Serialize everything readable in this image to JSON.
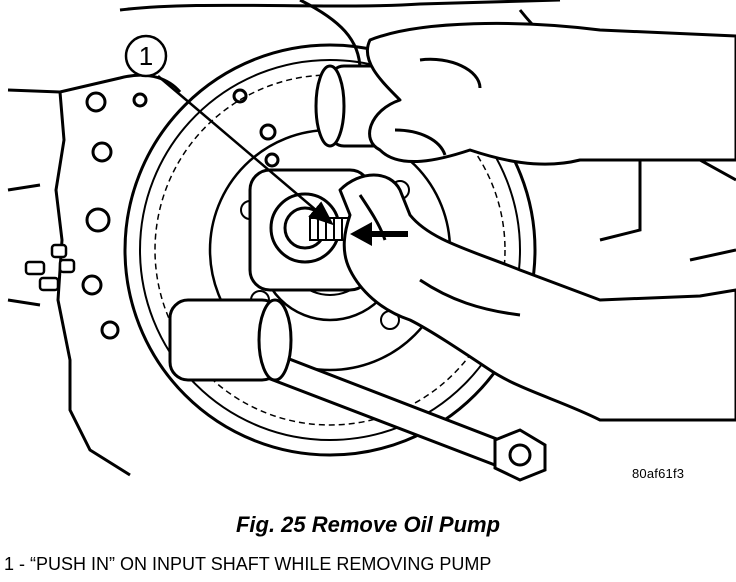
{
  "callouts": [
    {
      "number": "1"
    }
  ],
  "image_code": "80af61f3",
  "figure": {
    "title": "Fig. 25 Remove Oil Pump"
  },
  "legend": [
    {
      "number": "1",
      "separator": "-",
      "text": "“PUSH IN” ON INPUT SHAFT WHILE REMOVING PUMP"
    }
  ],
  "icons": {
    "illustration": "line-art-transmission-oil-pump-removal"
  },
  "colors": {
    "ink": "#000000",
    "paper": "#ffffff"
  }
}
